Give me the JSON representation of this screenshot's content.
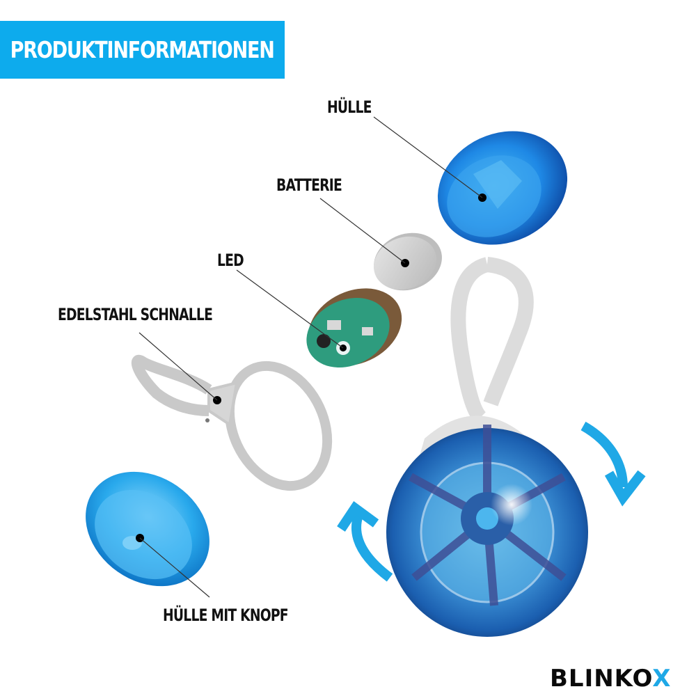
{
  "header": {
    "title": "PRODUKTINFORMATIONEN",
    "background_color": "#0dabed"
  },
  "parts": [
    {
      "id": "huelle",
      "label": "HÜLLE"
    },
    {
      "id": "batterie",
      "label": "BATTERIE"
    },
    {
      "id": "led",
      "label": "LED"
    },
    {
      "id": "edelstahl-schnalle",
      "label": "EDELSTAHL SCHNALLE"
    },
    {
      "id": "huelle-mit-knopf",
      "label": "HÜLLE MIT KNOPF"
    }
  ],
  "assembled_product": {
    "rotation_arrows": [
      "clockwise-arrow",
      "counterclockwise-arrow"
    ],
    "arrow_color": "#1fa8e6"
  },
  "brand": {
    "name_main": "BLINKO",
    "name_accent": "X",
    "accent_color": "#1fa8e6"
  }
}
